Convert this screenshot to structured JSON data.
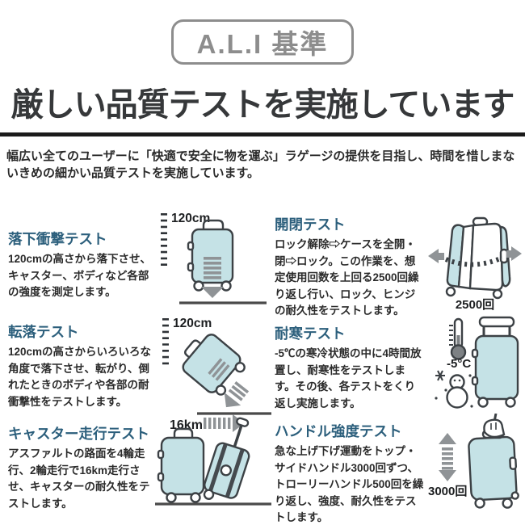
{
  "logo": {
    "label": "A.L.I 基準"
  },
  "header": {
    "title": "厳しい品質テストを実施しています",
    "description": "幅広い全てのユーザーに「快適で安全に物を運ぶ」ラゲージの提供を目指し、時間を惜しまないきめの細かい品質テストを実施しています。"
  },
  "colors": {
    "accent_heading": "#2c5f7c",
    "suitcase_fill": "#c5e2e6",
    "outline": "#3c4145",
    "arrow_gray": "#8f9396",
    "logo_gray": "#8d8d8d",
    "title_underline": "#1b1b1b"
  },
  "tests": [
    {
      "title": "落下衝撃テスト",
      "body": "120cmの高さから落下させ、キャスター、ボディなど各部の強度を測定します。",
      "metric": "120cm"
    },
    {
      "title": "開閉テスト",
      "body": "ロック解除⇨ケースを全開・閉⇨ロック。この作業を、想定使用回数を上回る2500回繰り返し行い、ロック、ヒンジの耐久性をテストします。",
      "metric": "2500回"
    },
    {
      "title": "転落テスト",
      "body": "120cmの高さからいろいろな角度で落下させ、転がり、倒れたときのボディや各部の耐衝撃性をテストします。",
      "metric": "120cm"
    },
    {
      "title": "耐寒テスト",
      "body": "-5℃の寒冷状態の中に4時間放置し、耐寒性をテストします。その後、各テストをくり返し実施します。",
      "metric": "-5°C"
    },
    {
      "title": "キャスター走行テスト",
      "body": "アスファルトの路面を4輪走行、2輪走行で16km走行させ、キャスターの耐久性をテストします。",
      "metric": "16km"
    },
    {
      "title": "ハンドル強度テスト",
      "body": "急な上げ下げ運動をトップ・サイドハンドル3000回ずつ、トローリーハンドル500回を繰り返し、強度、耐久性をテストします。",
      "metric": "3000回"
    }
  ]
}
